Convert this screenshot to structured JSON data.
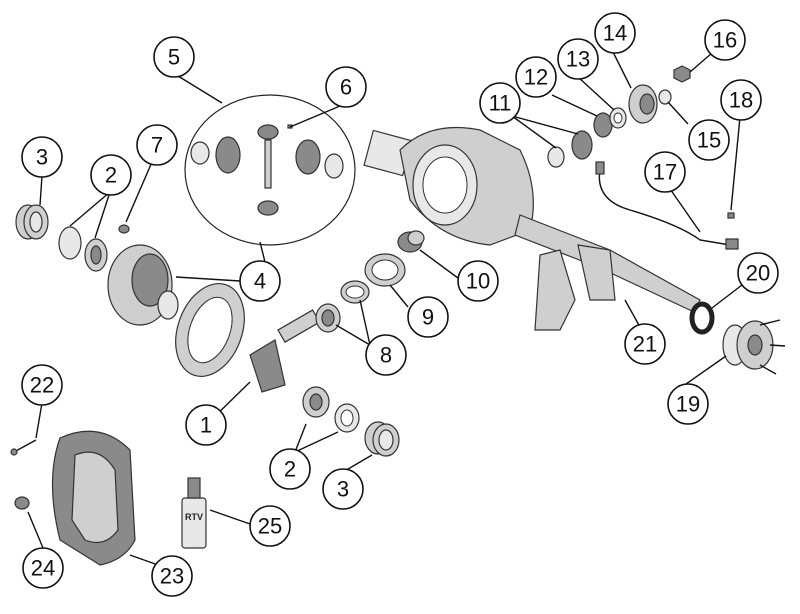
{
  "callouts": [
    {
      "id": "c1",
      "label": "1"
    },
    {
      "id": "c2a",
      "label": "2"
    },
    {
      "id": "c2b",
      "label": "2"
    },
    {
      "id": "c3a",
      "label": "3"
    },
    {
      "id": "c3b",
      "label": "3"
    },
    {
      "id": "c4",
      "label": "4"
    },
    {
      "id": "c5",
      "label": "5"
    },
    {
      "id": "c6",
      "label": "6"
    },
    {
      "id": "c7",
      "label": "7"
    },
    {
      "id": "c8",
      "label": "8"
    },
    {
      "id": "c9",
      "label": "9"
    },
    {
      "id": "c10",
      "label": "10"
    },
    {
      "id": "c11",
      "label": "11"
    },
    {
      "id": "c12",
      "label": "12"
    },
    {
      "id": "c13",
      "label": "13"
    },
    {
      "id": "c14",
      "label": "14"
    },
    {
      "id": "c15",
      "label": "15"
    },
    {
      "id": "c16",
      "label": "16"
    },
    {
      "id": "c17",
      "label": "17"
    },
    {
      "id": "c18",
      "label": "18"
    },
    {
      "id": "c19",
      "label": "19"
    },
    {
      "id": "c20",
      "label": "20"
    },
    {
      "id": "c21",
      "label": "21"
    },
    {
      "id": "c22",
      "label": "22"
    },
    {
      "id": "c23",
      "label": "23"
    },
    {
      "id": "c24",
      "label": "24"
    },
    {
      "id": "c25",
      "label": "25"
    }
  ],
  "rtv_tube_label": "RTV"
}
